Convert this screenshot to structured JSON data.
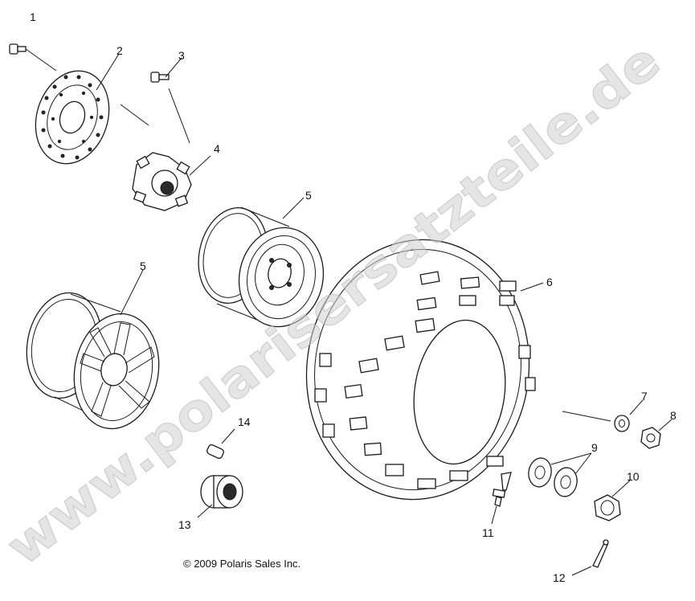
{
  "watermark": "www.polarisersatzteile.de",
  "copyright": "© 2009 Polaris Sales Inc.",
  "callouts": {
    "c1": "1",
    "c2": "2",
    "c3": "3",
    "c4": "4",
    "c5a": "5",
    "c5b": "5",
    "c6": "6",
    "c7": "7",
    "c8": "8",
    "c9": "9",
    "c10": "10",
    "c11": "11",
    "c12": "12",
    "c13": "13",
    "c14": "14"
  }
}
